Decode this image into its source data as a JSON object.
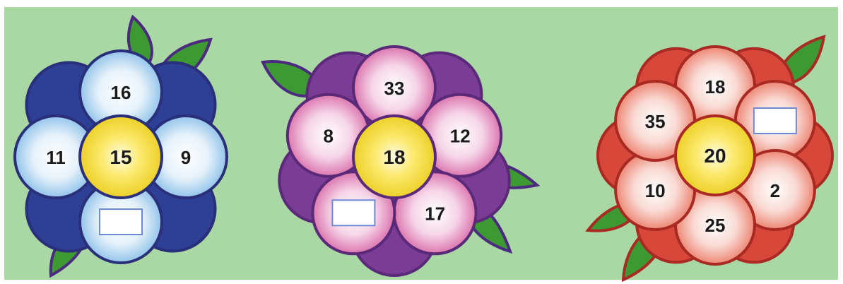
{
  "colors": {
    "background": "#a9d8a4",
    "leaf": "#3d9a32",
    "leaf_outline": "#4b2a80",
    "center": "#f2dc2e",
    "blank_box": "#ffffff",
    "blank_box_border": "#6c8ad8"
  },
  "flowers": [
    {
      "name": "blue-flower",
      "center": "15",
      "petals": [
        "16",
        "9",
        "",
        "11"
      ],
      "blank_petal": 2,
      "petal_color": "#7fb8e6",
      "back_color": "#2e3f96",
      "outline_color": "#2a2f7a"
    },
    {
      "name": "purple-flower",
      "center": "18",
      "petals": [
        "33",
        "12",
        "17",
        "",
        "8"
      ],
      "blank_petal": 3,
      "petal_color": "#d4589e",
      "back_color": "#7a3c94",
      "outline_color": "#5a2a78"
    },
    {
      "name": "red-flower",
      "center": "20",
      "petals": [
        "18",
        "",
        "2",
        "25",
        "10",
        "35"
      ],
      "blank_petal": 1,
      "petal_color": "#ec7a66",
      "back_color": "#d8483a",
      "outline_color": "#a82a22"
    }
  ]
}
